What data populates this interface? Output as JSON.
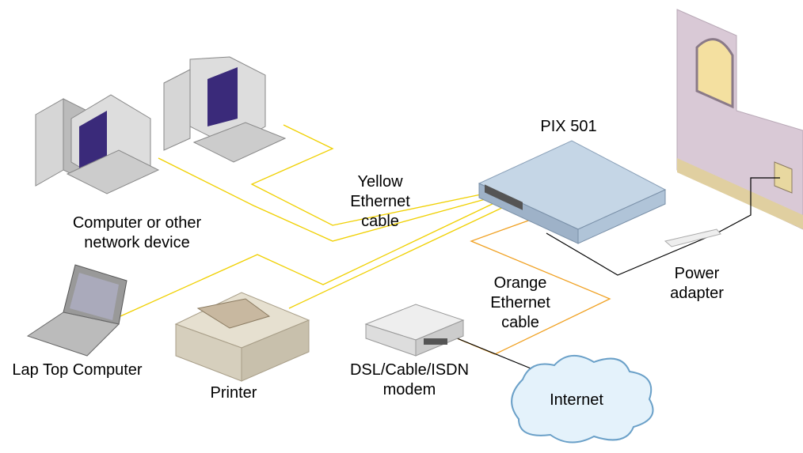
{
  "labels": {
    "computer": [
      "Computer or other",
      "network device"
    ],
    "yellow_cable": [
      "Yellow",
      "Ethernet",
      "cable"
    ],
    "pix": "PIX 501",
    "power": [
      "Power",
      "adapter"
    ],
    "orange_cable": [
      "Orange",
      "Ethernet",
      "cable"
    ],
    "laptop": "Lap Top Computer",
    "printer": "Printer",
    "modem": [
      "DSL/Cable/ISDN",
      "modem"
    ],
    "internet": "Internet"
  },
  "colors": {
    "yellow_cable": "#f0d000",
    "orange_cable": "#f0a020",
    "power_cable": "#000000",
    "wall": "#d8c8d4",
    "device": "#b8cce0",
    "screen": "#3a2a7a"
  }
}
